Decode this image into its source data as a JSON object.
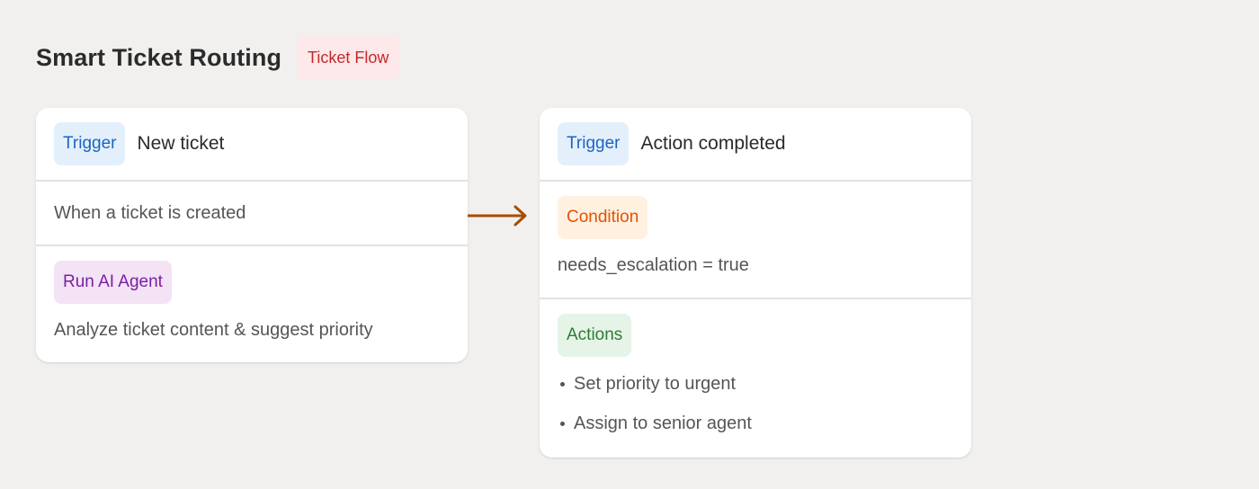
{
  "header": {
    "title": "Smart Ticket Routing",
    "badge": "Ticket Flow"
  },
  "colors": {
    "background": "#f1f0ef",
    "card": "#ffffff",
    "connector_arrow": "#a64d00",
    "trigger": {
      "bg": "#e3f0fc",
      "fg": "#1c64c0"
    },
    "agent": {
      "bg": "#f3e3f5",
      "fg": "#7b1fa2"
    },
    "condition": {
      "bg": "#fff0e0",
      "fg": "#e65100"
    },
    "actions": {
      "bg": "#e6f4e8",
      "fg": "#2e7d32"
    },
    "flow_badge": {
      "bg": "#fde8ea",
      "fg": "#c62828"
    }
  },
  "cards": [
    {
      "trigger_tag": "Trigger",
      "trigger_title": "New ticket",
      "description": "When a ticket is created",
      "step_tag": "Run AI Agent",
      "step_text": "Analyze ticket content & suggest priority"
    },
    {
      "trigger_tag": "Trigger",
      "trigger_title": "Action completed",
      "condition_tag": "Condition",
      "condition_text": "needs_escalation = true",
      "actions_tag": "Actions",
      "actions": [
        "Set priority to urgent",
        "Assign to senior agent"
      ]
    }
  ],
  "connector": {
    "icon": "arrow-right-icon"
  }
}
